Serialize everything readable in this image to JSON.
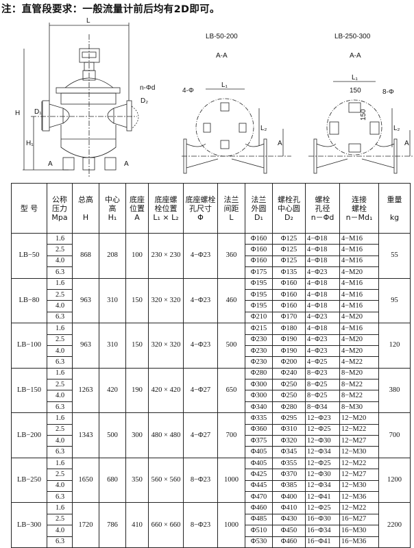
{
  "note": "注：直管段要求：一般流量计前后均有2D即可。",
  "drawings": {
    "main": {
      "L": "L",
      "H": "H",
      "H1": "H₁",
      "D1": "D₁",
      "D2": "D₂",
      "bolt": "n-Φd",
      "A_left": "A",
      "A_right": "A"
    },
    "view1": {
      "title": "LB-50-200",
      "section": "A-A",
      "hole": "4-Φ",
      "L1": "L₁",
      "L2": "L₂",
      "A": "A"
    },
    "view2": {
      "title": "LB-250-300",
      "section": "A-A",
      "hole": "8-Φ",
      "L1": "L₁",
      "L2": "L₂",
      "A": "A",
      "dim_h": "150",
      "dim_v": "150"
    }
  },
  "table": {
    "headers": [
      [
        "型 号"
      ],
      [
        "公称",
        "压力",
        "Mpa"
      ],
      [
        "总高",
        "",
        "H"
      ],
      [
        "中心",
        "高",
        "H₁"
      ],
      [
        "底座",
        "位置",
        "A"
      ],
      [
        "底座螺",
        "栓位置",
        "L₁ × L₂"
      ],
      [
        "底座螺栓",
        "孔尺寸",
        "Φ"
      ],
      [
        "法兰",
        "间距",
        "L"
      ],
      [
        "法兰",
        "外圆",
        "D₁"
      ],
      [
        "螺栓孔",
        "中心圆",
        "D₂"
      ],
      [
        "螺栓",
        "孔径",
        "n－Φd"
      ],
      [
        "连接",
        "螺栓",
        "n－Md₁"
      ],
      [
        "重量",
        "",
        "kg"
      ]
    ],
    "models": [
      {
        "model": "LB−50",
        "H": "868",
        "H1": "208",
        "A": "100",
        "L1L2": "230 × 230",
        "phi": "4−Φ23",
        "L": "360",
        "weight": "55",
        "rows": [
          [
            "1.6",
            "Φ160",
            "Φ125",
            "4−Φ18",
            "4−M16"
          ],
          [
            "2.5",
            "Φ160",
            "Φ125",
            "4−Φ18",
            "4−M16"
          ],
          [
            "4.0",
            "Φ160",
            "Φ125",
            "4−Φ18",
            "4−M16"
          ],
          [
            "6.3",
            "Φ175",
            "Φ135",
            "4−Φ23",
            "4−M20"
          ]
        ]
      },
      {
        "model": "LB−80",
        "H": "963",
        "H1": "310",
        "A": "150",
        "L1L2": "320 × 320",
        "phi": "4−Φ23",
        "L": "460",
        "weight": "95",
        "rows": [
          [
            "1.6",
            "Φ195",
            "Φ160",
            "4−Φ18",
            "4−M16"
          ],
          [
            "2.5",
            "Φ195",
            "Φ160",
            "4−Φ18",
            "4−M16"
          ],
          [
            "4.0",
            "Φ195",
            "Φ160",
            "4−Φ18",
            "4−M16"
          ],
          [
            "6.3",
            "Φ210",
            "Φ170",
            "4−Φ23",
            "4−M20"
          ]
        ]
      },
      {
        "model": "LB−100",
        "H": "963",
        "H1": "310",
        "A": "150",
        "L1L2": "320 × 320",
        "phi": "4−Φ23",
        "L": "500",
        "weight": "120",
        "rows": [
          [
            "1.6",
            "Φ215",
            "Φ180",
            "4−Φ18",
            "4−M16"
          ],
          [
            "2.5",
            "Φ230",
            "Φ190",
            "4−Φ23",
            "4−M20"
          ],
          [
            "4.0",
            "Φ230",
            "Φ190",
            "4−Φ23",
            "4−M20"
          ],
          [
            "6.3",
            "Φ230",
            "Φ200",
            "4−Φ25",
            "4−M22"
          ]
        ]
      },
      {
        "model": "LB−150",
        "H": "1263",
        "H1": "420",
        "A": "190",
        "L1L2": "420 × 420",
        "phi": "4−Φ27",
        "L": "650",
        "weight": "380",
        "rows": [
          [
            "1.6",
            "Φ280",
            "Φ240",
            "8−Φ23",
            "8−M20"
          ],
          [
            "2.5",
            "Φ300",
            "Φ250",
            "8−Φ25",
            "8−M22"
          ],
          [
            "4.0",
            "Φ300",
            "Φ250",
            "8−Φ25",
            "8−M22"
          ],
          [
            "6.3",
            "Φ340",
            "Φ280",
            "8−Φ34",
            "8−M30"
          ]
        ]
      },
      {
        "model": "LB−200",
        "H": "1343",
        "H1": "500",
        "A": "300",
        "L1L2": "480 × 480",
        "phi": "4−Φ27",
        "L": "700",
        "weight": "700",
        "rows": [
          [
            "1.6",
            "Φ335",
            "Φ295",
            "12−Φ23",
            "12−M20"
          ],
          [
            "2.5",
            "Φ360",
            "Φ310",
            "12−Φ25",
            "12−M22"
          ],
          [
            "4.0",
            "Φ375",
            "Φ320",
            "12−Φ30",
            "12−M27"
          ],
          [
            "6.3",
            "Φ405",
            "Φ345",
            "12−Φ34",
            "12−M30"
          ]
        ]
      },
      {
        "model": "LB−250",
        "H": "1650",
        "H1": "680",
        "A": "350",
        "L1L2": "560 × 560",
        "phi": "8−Φ23",
        "L": "1000",
        "weight": "1200",
        "rows": [
          [
            "1.6",
            "Φ405",
            "Φ355",
            "12−Φ25",
            "12−M22"
          ],
          [
            "2.5",
            "Φ425",
            "Φ370",
            "12−Φ30",
            "12−M27"
          ],
          [
            "4.0",
            "Φ445",
            "Φ385",
            "12−Φ34",
            "12−M30"
          ],
          [
            "6.3",
            "Φ470",
            "Φ400",
            "12−Φ41",
            "12−M36"
          ]
        ]
      },
      {
        "model": "LB−300",
        "H": "1720",
        "H1": "786",
        "A": "410",
        "L1L2": "660 × 660",
        "phi": "8−Φ23",
        "L": "1000",
        "weight": "2200",
        "rows": [
          [
            "1.6",
            "Φ460",
            "Φ410",
            "12−Φ25",
            "12−M22"
          ],
          [
            "2.5",
            "Φ485",
            "Φ430",
            "16−Φ30",
            "16−M27"
          ],
          [
            "4.0",
            "Φ510",
            "Φ450",
            "16−Φ34",
            "16−M30"
          ],
          [
            "6.3",
            "Φ530",
            "Φ460",
            "16−Φ41",
            "16−M36"
          ]
        ]
      }
    ]
  }
}
